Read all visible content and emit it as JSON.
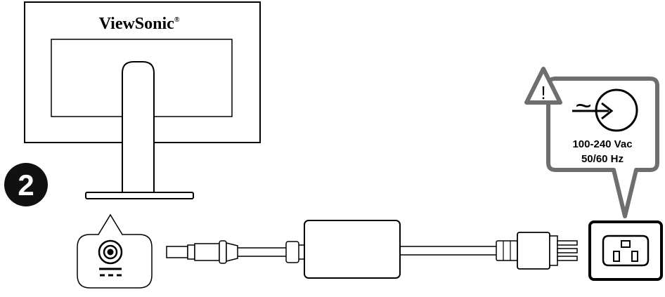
{
  "monitor": {
    "brand": "ViewSonic",
    "registered_mark": "®"
  },
  "step": {
    "number": "2"
  },
  "power_spec": {
    "voltage": "100-240 Vac",
    "frequency": "50/60 Hz",
    "ac_symbol": "~"
  },
  "warning": {
    "symbol": "!"
  },
  "icons": {
    "warning": "warning-triangle-icon",
    "power_in": "ac-power-input-icon",
    "dc_port": "dc-power-port-icon",
    "ac_socket": "ac-socket-icon"
  },
  "colors": {
    "line": "#000000",
    "callout_fill": "#ffffff",
    "callout_border": "#707070",
    "step_badge": "#111111"
  }
}
